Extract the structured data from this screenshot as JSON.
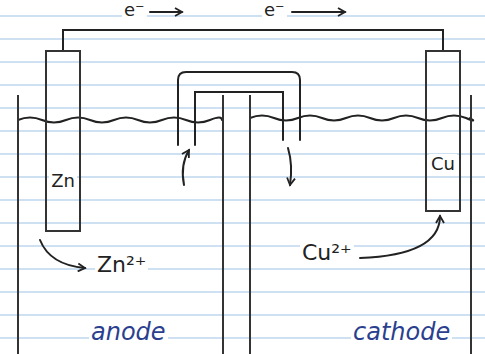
{
  "diagram": {
    "nodes": [
      {
        "text": [
          "anode"
        ]
      },
      {
        "text": [
          "Zn"
        ],
        "in": 0
      },
      {
        "text": [
          "cathode"
        ]
      },
      {
        "text": [
          "Cu"
        ],
        "in": 2
      }
    ],
    "edges": [
      {
        "from": 1,
        "to": 3,
        "arrow": "none"
      }
    ],
    "labels": [
      "e⁻",
      "e⁻",
      "Zn²⁺",
      "Cu²⁺"
    ]
  }
}
